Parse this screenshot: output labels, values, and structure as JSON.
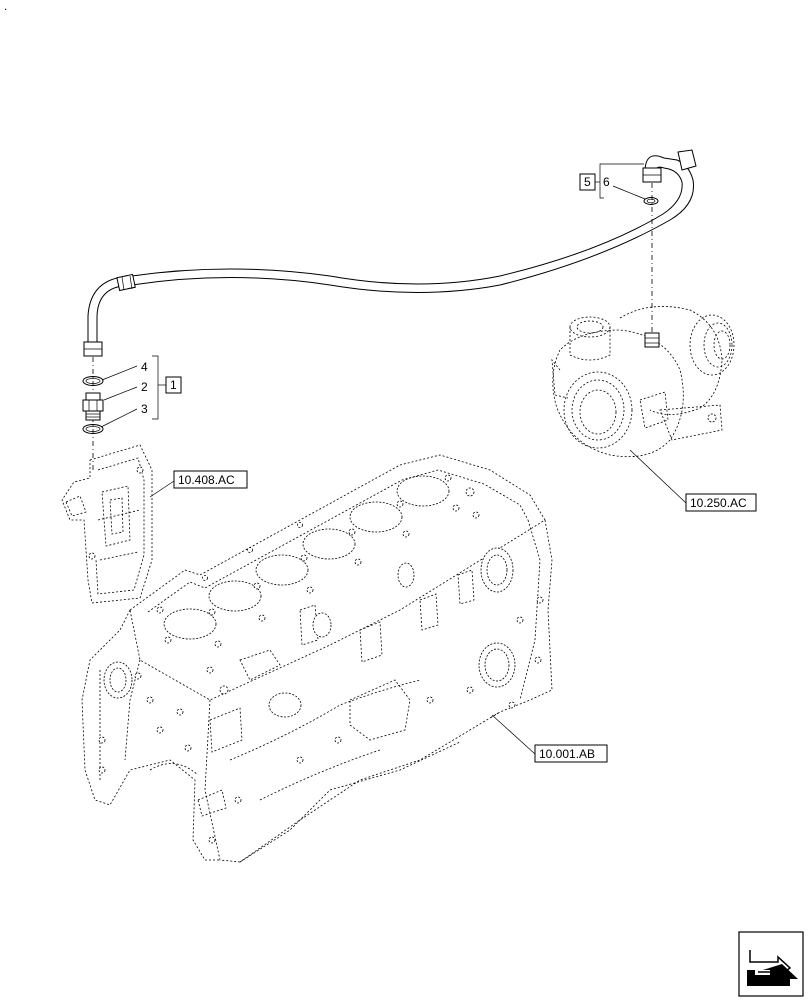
{
  "corner_mark": ".",
  "callouts": {
    "item1": "1",
    "item2": "2",
    "item3": "3",
    "item4": "4",
    "item5": "5",
    "item6": "6"
  },
  "references": {
    "oil_filter_support": "10.408.AC",
    "turbocharger": "10.250.AC",
    "engine_block": "10.001.AB"
  },
  "icons": {
    "nav_arrow": "next-page-arrow-icon"
  }
}
